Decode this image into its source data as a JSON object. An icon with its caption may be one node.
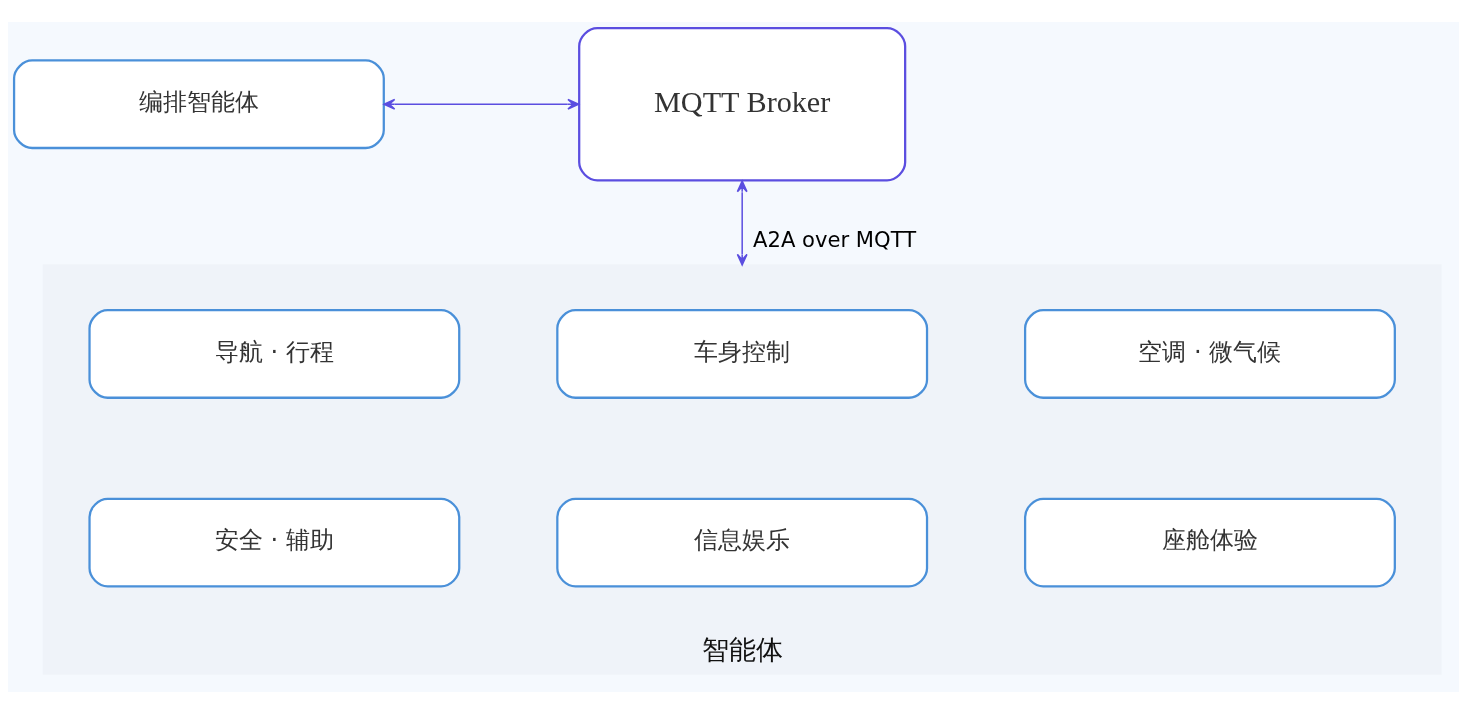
{
  "diagram": {
    "nodes": [
      {
        "text": [
          "编排智能体"
        ]
      },
      {
        "text": [
          "MQTT Broker"
        ]
      },
      {
        "text": [
          "智能体"
        ]
      },
      {
        "text": [
          "空调 · 微气候"
        ],
        "in": 2
      },
      {
        "text": [
          "车身控制"
        ],
        "in": 2
      },
      {
        "text": [
          "导航 · 行程"
        ],
        "in": 2
      },
      {
        "text": [
          "座舱体验"
        ],
        "in": 2
      },
      {
        "text": [
          "信息娱乐"
        ],
        "in": 2
      },
      {
        "text": [
          "安全 · 辅助"
        ],
        "in": 2
      }
    ],
    "edges": [
      {
        "from": 0,
        "to": 1,
        "arrow": "both"
      },
      {
        "from": 1,
        "to": 2,
        "arrow": "both",
        "label": "A2A over MQTT"
      }
    ]
  }
}
